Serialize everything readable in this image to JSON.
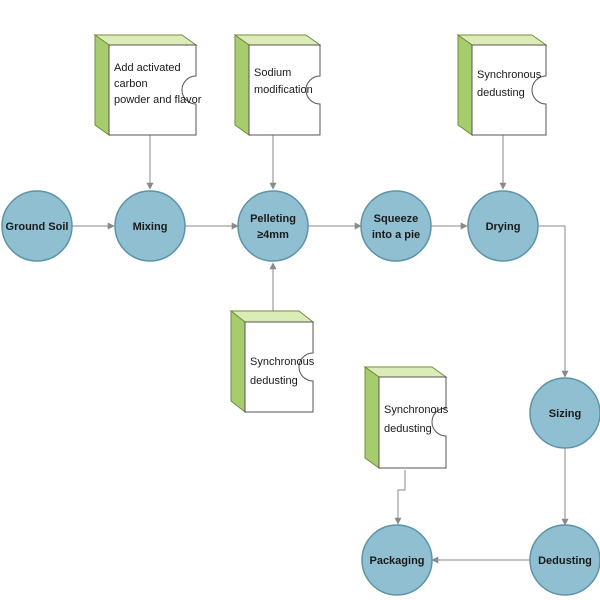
{
  "process_nodes": [
    {
      "id": "ground-soil",
      "label": "Ground Soil"
    },
    {
      "id": "mixing",
      "label": "Mixing"
    },
    {
      "id": "pelleting",
      "label_lines": [
        "Pelleting",
        "≥4mm"
      ]
    },
    {
      "id": "squeeze",
      "label_lines": [
        "Squeeze",
        "into a pie"
      ]
    },
    {
      "id": "drying",
      "label": "Drying"
    },
    {
      "id": "sizing",
      "label": "Sizing"
    },
    {
      "id": "dedusting",
      "label": "Dedusting"
    },
    {
      "id": "packaging",
      "label": "Packaging"
    }
  ],
  "equipment_boxes": [
    {
      "id": "activated-carbon",
      "lines": [
        "Add activated",
        "carbon",
        "powder and flavor"
      ]
    },
    {
      "id": "sodium",
      "lines": [
        "Sodium",
        "modification"
      ]
    },
    {
      "id": "dedust-drying",
      "lines": [
        "Synchronous",
        "dedusting"
      ]
    },
    {
      "id": "dedust-pelleting",
      "lines": [
        "Synchronous",
        "dedusting"
      ]
    },
    {
      "id": "dedust-packaging",
      "lines": [
        "Synchronous",
        "dedusting"
      ]
    }
  ],
  "colors": {
    "circle_fill": "#8fbfd0",
    "box_top": "#dcecb8",
    "box_side": "#a6cc6e",
    "connector": "#8a8a8a"
  }
}
